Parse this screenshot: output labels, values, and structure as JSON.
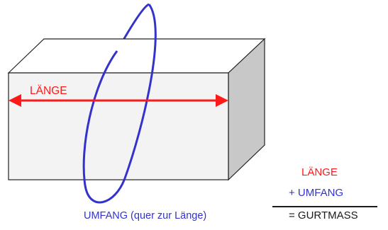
{
  "colors": {
    "length": "#ff1a1a",
    "girth": "#3333cc",
    "box_front": "#f3f3f3",
    "box_top": "#ffffff",
    "box_side": "#c8c8c8",
    "outline": "#222222",
    "text_dark": "#1a1a1a"
  },
  "labels": {
    "length": "LÄNGE",
    "girth_caption": "UMFANG (quer zur Länge)"
  },
  "formula": {
    "length": "LÄNGE",
    "girth": "+ UMFANG",
    "total": "= GURTMASS"
  }
}
